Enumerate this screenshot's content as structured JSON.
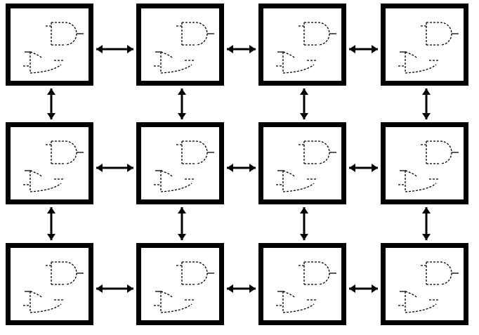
{
  "grid": {
    "rows": 3,
    "columns": 4
  },
  "cells": [
    {
      "row": 1,
      "col": 1,
      "circuit": "logic-gate-circuit-icon"
    },
    {
      "row": 1,
      "col": 2,
      "circuit": "logic-gate-circuit-icon"
    },
    {
      "row": 1,
      "col": 3,
      "circuit": "logic-gate-circuit-icon"
    },
    {
      "row": 1,
      "col": 4,
      "circuit": "logic-gate-circuit-icon"
    },
    {
      "row": 2,
      "col": 1,
      "circuit": "logic-gate-circuit-icon"
    },
    {
      "row": 2,
      "col": 2,
      "circuit": "logic-gate-circuit-icon"
    },
    {
      "row": 2,
      "col": 3,
      "circuit": "logic-gate-circuit-icon"
    },
    {
      "row": 2,
      "col": 4,
      "circuit": "logic-gate-circuit-icon"
    },
    {
      "row": 3,
      "col": 1,
      "circuit": "logic-gate-circuit-icon"
    },
    {
      "row": 3,
      "col": 2,
      "circuit": "logic-gate-circuit-icon"
    },
    {
      "row": 3,
      "col": 3,
      "circuit": "logic-gate-circuit-icon"
    },
    {
      "row": 3,
      "col": 4,
      "circuit": "logic-gate-circuit-icon"
    }
  ],
  "connections": {
    "style": "double-headed-arrow",
    "color": "#000000",
    "horizontal_between_neighbors": true,
    "vertical_between_neighbors": true
  }
}
